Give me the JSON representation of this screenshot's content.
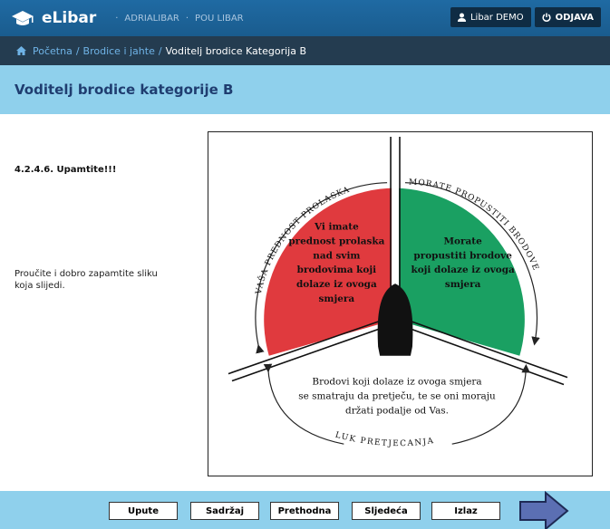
{
  "header": {
    "brand": "eLibar",
    "nav": [
      "ADRIALIBAR",
      "POU LIBAR"
    ],
    "user": "Libar DEMO",
    "logout": "ODJAVA"
  },
  "breadcrumb": {
    "items": [
      "Početna",
      "Brodice i jahte"
    ],
    "current": "Voditelj brodice Kategorija B"
  },
  "page": {
    "title": "Voditelj brodice kategorije B"
  },
  "lesson": {
    "heading": "4.2.4.6. Upamtite!!!",
    "instruction": "Proučite i dobro zapamtite sliku koja slijedi."
  },
  "figure": {
    "red_text": [
      "Vi imate",
      "prednost prolaska",
      "nad svim",
      "brodovima koji",
      "dolaze iz ovoga",
      "smjera"
    ],
    "green_text": [
      "Morate",
      "propustiti brodove",
      "koji dolaze iz ovoga",
      "smjera"
    ],
    "bottom_text": [
      "Brodovi koji dolaze iz ovoga smjera",
      "se smatraju da pretječu, te se oni moraju",
      "držati podalje od Vas."
    ],
    "arc_left": "VAŠA PREDNOST PROLASKA",
    "arc_right": "MORATE PROPUSTITI BRODOVE",
    "arc_bottom": "LUK PRETJECANJA",
    "colors": {
      "red": "#e03a3e",
      "green": "#1aa062"
    }
  },
  "footer": {
    "buttons": [
      "Upute",
      "Sadržaj",
      "Prethodna",
      "Sljedeća",
      "Izlaz"
    ]
  },
  "colors": {
    "topbar": "#1f6aa3",
    "breadcrumb_bg": "#243c50",
    "band": "#8fd0ec",
    "title": "#1f3d70"
  }
}
